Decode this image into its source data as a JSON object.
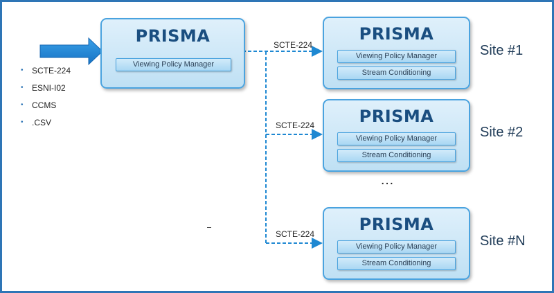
{
  "hub": {
    "title": "PRISMA",
    "module": "Viewing Policy Manager"
  },
  "inputs": [
    "SCTE-224",
    "ESNI-I02",
    "CCMS",
    ".CSV"
  ],
  "link_label": "SCTE-224",
  "sites": [
    {
      "label": "Site #1",
      "title": "PRISMA",
      "modules": [
        "Viewing Policy Manager",
        "Stream Conditioning"
      ]
    },
    {
      "label": "Site #2",
      "title": "PRISMA",
      "modules": [
        "Viewing Policy Manager",
        "Stream Conditioning"
      ]
    },
    {
      "label": "Site #N",
      "title": "PRISMA",
      "modules": [
        "Viewing Policy Manager",
        "Stream Conditioning"
      ]
    }
  ],
  "ellipsis": "…",
  "colors": {
    "frame": "#2e75b6",
    "card_border": "#4aa3df",
    "arrow": "#1e88d2",
    "title": "#1a4e80"
  }
}
